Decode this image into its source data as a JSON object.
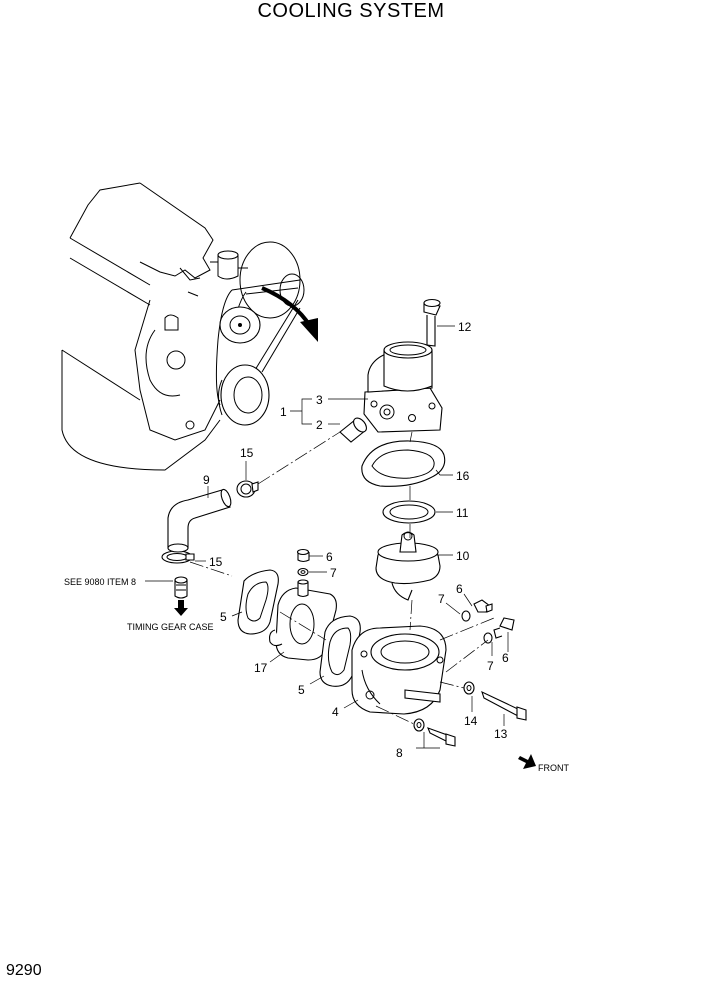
{
  "title": "COOLING SYSTEM",
  "page_number": "9290",
  "notes": {
    "see_ref": "SEE 9080 ITEM 8",
    "timing_gear": "TIMING GEAR CASE",
    "front": "FRONT"
  },
  "callouts": {
    "c1": "1",
    "c2": "2",
    "c3": "3",
    "c4": "4",
    "c5a": "5",
    "c5b": "5",
    "c6a": "6",
    "c6b": "6",
    "c6c": "6",
    "c7a": "7",
    "c7b": "7",
    "c7c": "7",
    "c8": "8",
    "c9": "9",
    "c10": "10",
    "c11": "11",
    "c12": "12",
    "c13": "13",
    "c14": "14",
    "c15a": "15",
    "c15b": "15",
    "c16": "16",
    "c17": "17"
  }
}
